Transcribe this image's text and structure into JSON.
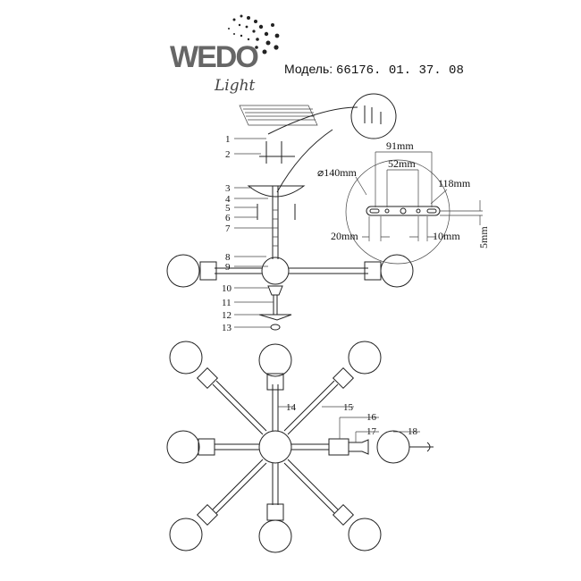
{
  "header": {
    "brand": "WEDO",
    "brand_sub": "Light",
    "model_label": "Модель:",
    "model_number": "66176. 01. 37. 08"
  },
  "parts": [
    "1",
    "2",
    "3",
    "4",
    "5",
    "6",
    "7",
    "8",
    "9",
    "10",
    "11",
    "12",
    "13",
    "14",
    "15",
    "16",
    "17",
    "18"
  ],
  "dimensions": {
    "diameter": "⌀140mm",
    "d91": "91mm",
    "d52": "52mm",
    "d118": "118mm",
    "d20": "20mm",
    "d10": "10mm",
    "d5": "5mm"
  }
}
